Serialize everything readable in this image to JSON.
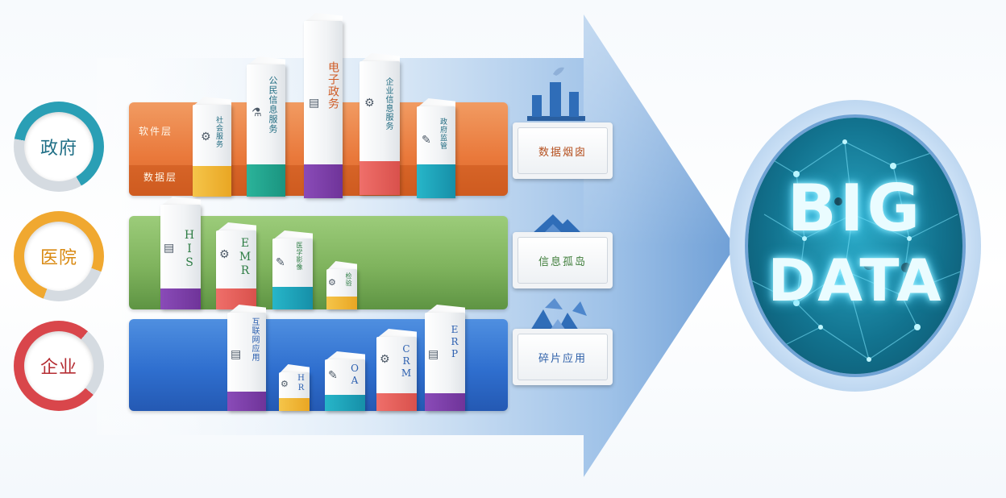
{
  "sectors": [
    {
      "label": "政府",
      "color": "#2a9fb5"
    },
    {
      "label": "医院",
      "color": "#f0a830"
    },
    {
      "label": "企业",
      "color": "#d9464b"
    }
  ],
  "gov_band": {
    "software_label": "软件层",
    "data_label": "数据层",
    "buildings": [
      {
        "text": "社会服务",
        "icon": "gear-icon"
      },
      {
        "text": "公民信息服务",
        "icon": "flask-icon"
      },
      {
        "text": "电子政务",
        "icon": "document-icon"
      },
      {
        "text": "企业信息服务",
        "icon": "gear-icon"
      },
      {
        "text": "政府监管",
        "icon": "edit-icon"
      }
    ]
  },
  "hospital_band": {
    "buildings": [
      {
        "text": "HIS",
        "icon": "document-icon"
      },
      {
        "text": "EMR",
        "icon": "gear-icon"
      },
      {
        "text": "医学影像",
        "icon": "edit-icon"
      },
      {
        "text": "检验",
        "icon": "gear-icon"
      }
    ]
  },
  "enterprise_band": {
    "buildings": [
      {
        "text": "互联网应用",
        "icon": "document-icon"
      },
      {
        "text": "HR",
        "icon": "gear-icon"
      },
      {
        "text": "OA",
        "icon": "edit-icon"
      },
      {
        "text": "CRM",
        "icon": "gear-icon"
      },
      {
        "text": "ERP",
        "icon": "document-icon"
      }
    ]
  },
  "tags": [
    {
      "label": "数据烟囱",
      "icon": "chimney-icon",
      "color": "#b5501f"
    },
    {
      "label": "信息孤岛",
      "icon": "island-icon",
      "color": "#3f7d3a"
    },
    {
      "label": "碎片应用",
      "icon": "fragments-icon",
      "color": "#2d5fa8"
    }
  ],
  "big_data": {
    "line1": "BIG",
    "line2": "DATA"
  }
}
